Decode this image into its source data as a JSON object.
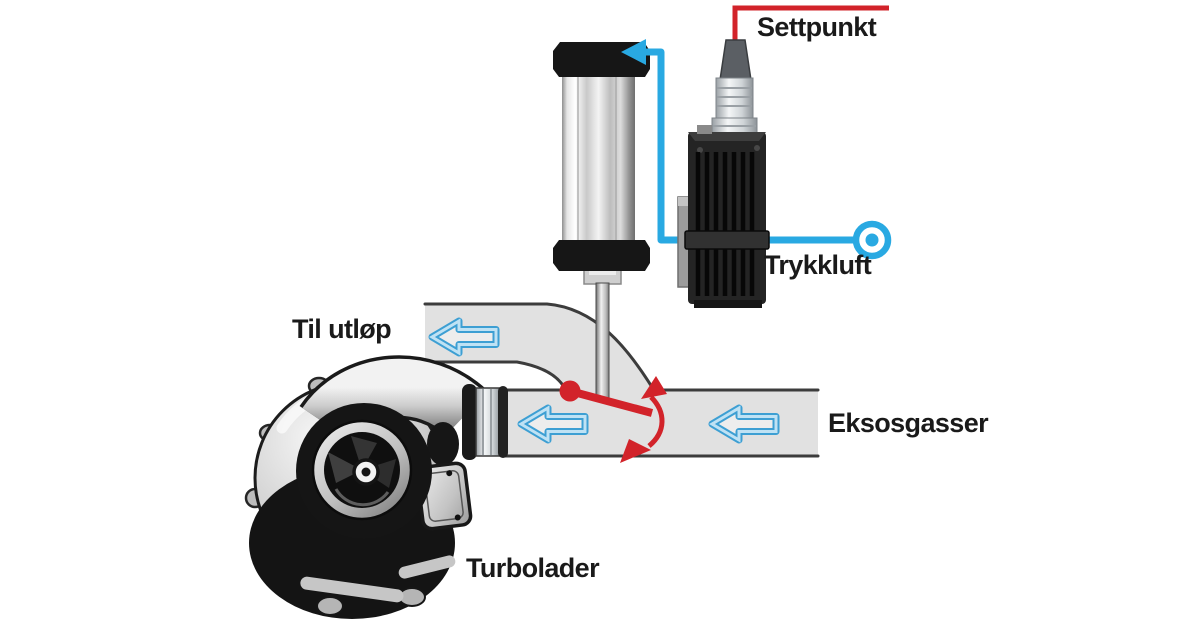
{
  "diagram": {
    "labels": {
      "settpunkt": "Settpunkt",
      "trykkluft": "Trykkluft",
      "til_utlop": "Til utløp",
      "eksosgasser": "Eksosgasser",
      "turbolader": "Turbolader"
    },
    "icons": {
      "flow_arrow": "left-block-arrow",
      "air_supply_port": "circle-with-dot",
      "valve_swing": "curved-double-arrow"
    },
    "colors": {
      "signal_red": "#d2232a",
      "pneumatic_blue": "#29a9e2",
      "flow_arrow_edge": "#3d9fd3",
      "flow_arrow_band": "#bfe2f4",
      "pipe_fill": "#e1e1e1",
      "pipe_outline": "#3c3c3c",
      "text": "#1a1a1a"
    }
  }
}
